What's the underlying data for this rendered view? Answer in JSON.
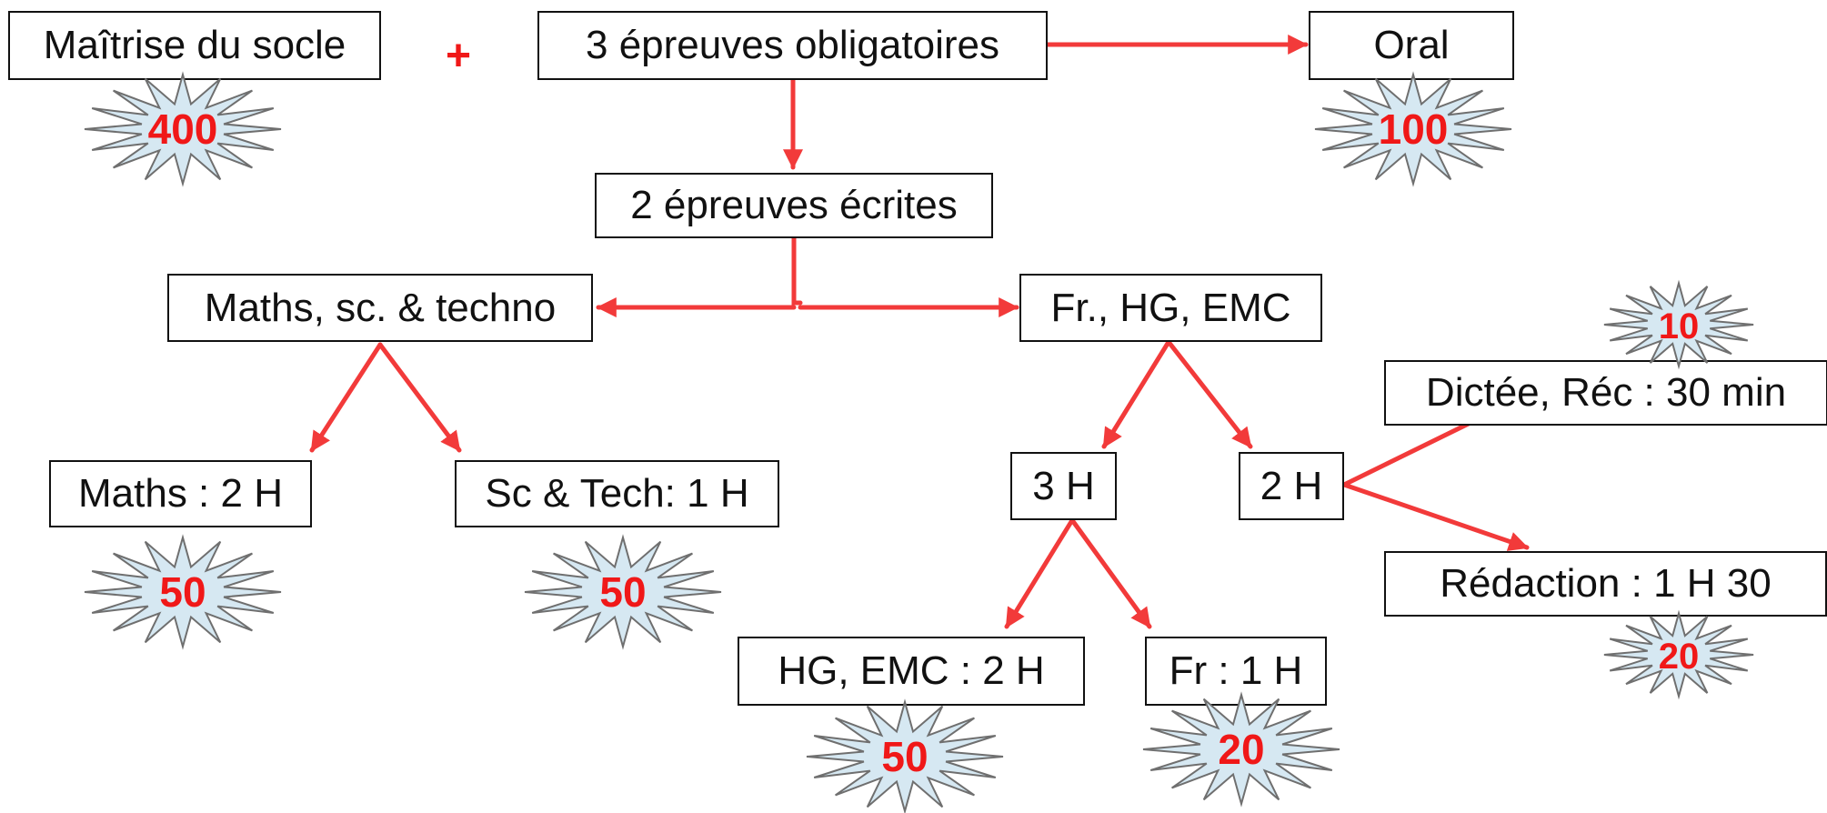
{
  "diagram": {
    "boxes": {
      "socle": "Maîtrise du socle",
      "trois_epreuves": "3 épreuves obligatoires",
      "oral": "Oral",
      "deux_ecrites": "2 épreuves écrites",
      "maths_sc": "Maths, sc. & techno",
      "fr_hg": "Fr., HG, EMC",
      "maths_2h": "Maths : 2 H",
      "sc_tech": "Sc & Tech: 1 H",
      "trois_h": "3 H",
      "deux_h": "2 H",
      "dictee": "Dictée, Réc : 30 min",
      "redaction": "Rédaction : 1 H 30",
      "hg_emc": "HG, EMC : 2 H",
      "fr_1h": "Fr : 1 H"
    },
    "plus_sign": "+",
    "scores": {
      "socle": "400",
      "oral": "100",
      "maths": "50",
      "sc_tech": "50",
      "dictee": "10",
      "redaction": "20",
      "hg_emc": "50",
      "fr": "20"
    },
    "colors": {
      "arrow": "#f23a3a",
      "star_fill": "#d6e8f2",
      "star_stroke": "#6f6f6f",
      "score_text": "#f01818",
      "box_border": "#111111"
    }
  }
}
